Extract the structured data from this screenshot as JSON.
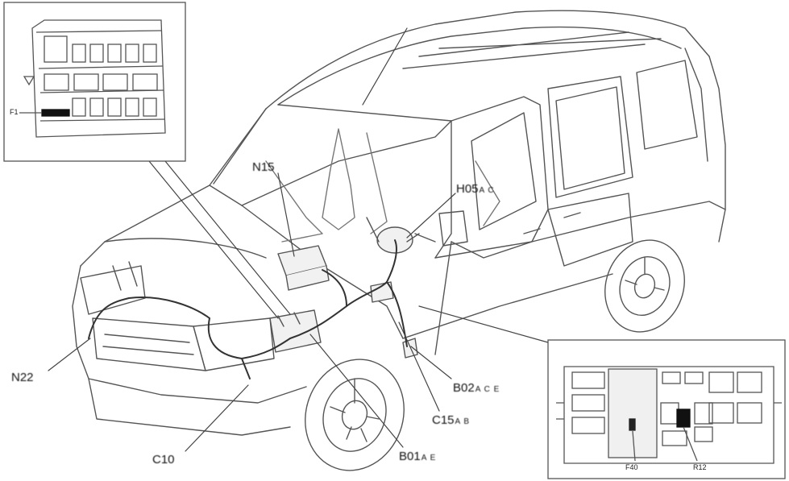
{
  "labels": {
    "n15": "N15",
    "h05": {
      "code": "H05",
      "suffix": "A C"
    },
    "n22": "N22",
    "c10": "C10",
    "b01": {
      "code": "B01",
      "suffix": "A E"
    },
    "c15": {
      "code": "C15",
      "suffix": "A B"
    },
    "b02": {
      "code": "B02",
      "suffix": "A C E"
    }
  },
  "inset_left": {
    "fuse_label": "F1"
  },
  "inset_right": {
    "fuse_label_left": "F40",
    "fuse_label_right": "R12"
  }
}
